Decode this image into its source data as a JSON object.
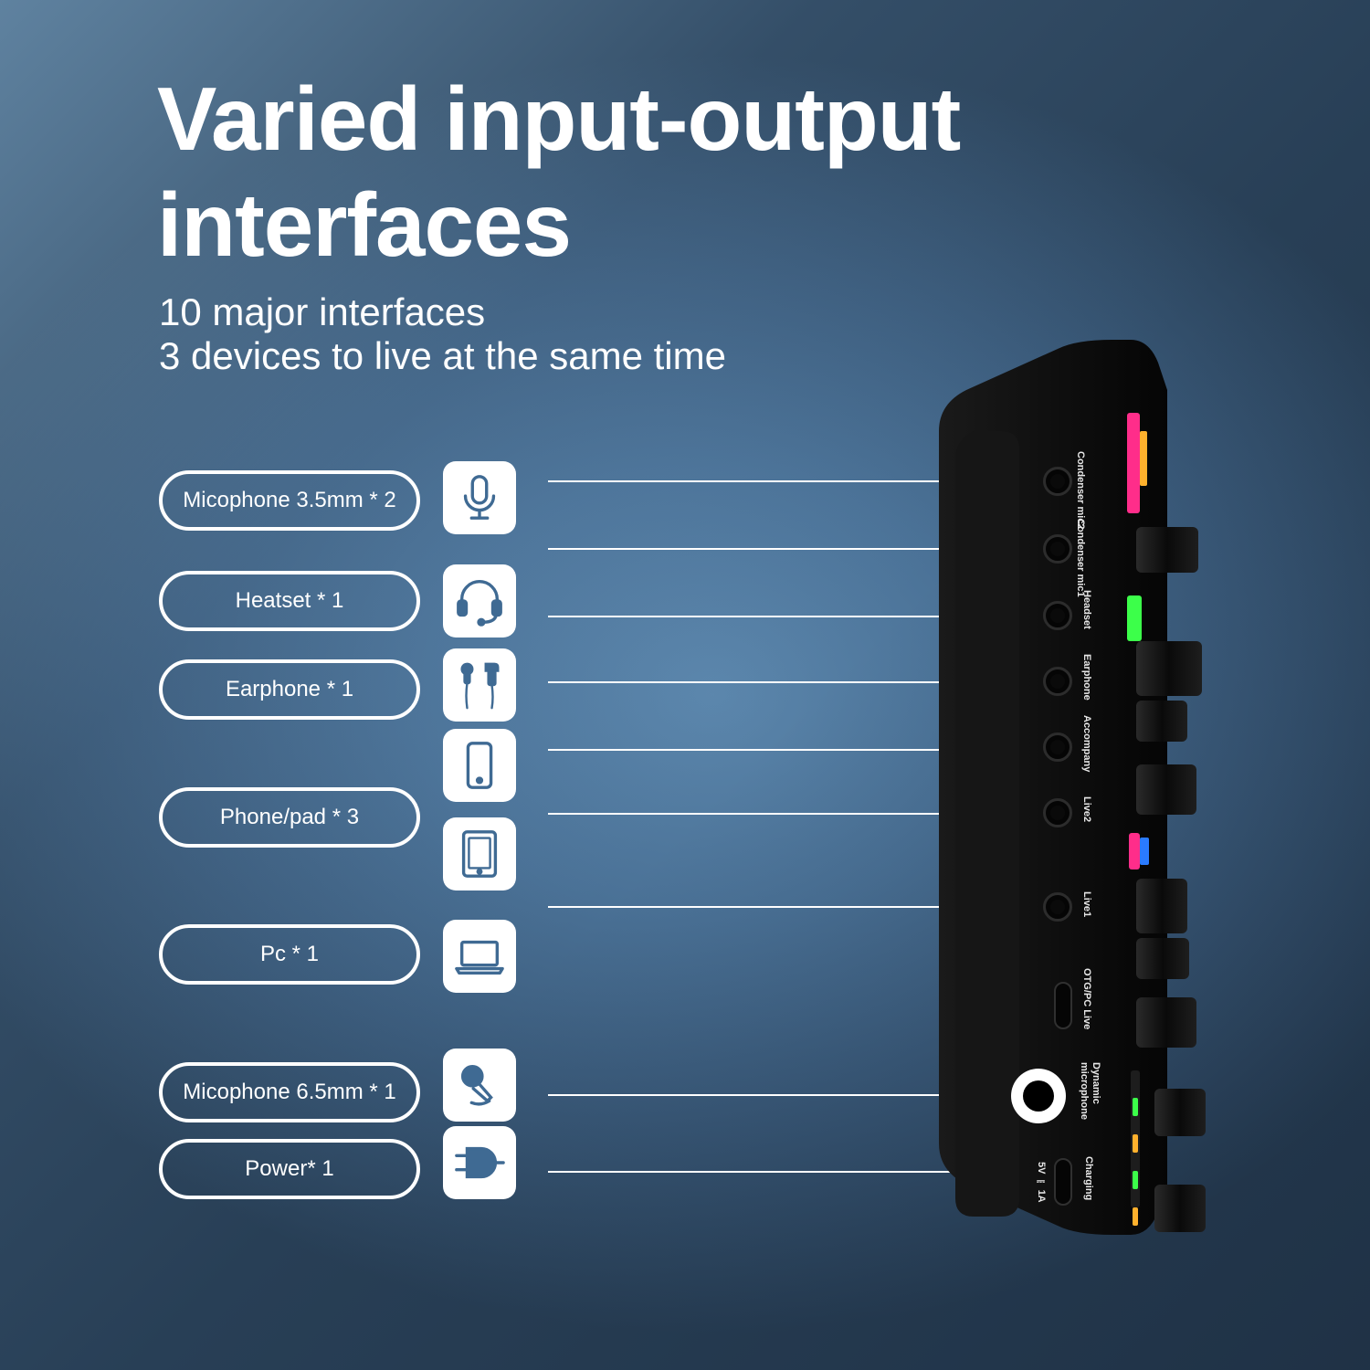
{
  "title": "Varied input-output interfaces",
  "subtitle": {
    "line1": "10 major interfaces",
    "line2": "3 devices to live at the same time"
  },
  "interfaces": [
    {
      "label": "Micophone 3.5mm * 2",
      "icon": "microphone-icon"
    },
    {
      "label": "Heatset * 1",
      "icon": "headset-icon"
    },
    {
      "label": "Earphone * 1",
      "icon": "earphone-icon"
    },
    {
      "label": "Phone/pad * 3",
      "icon": "phone-icon"
    },
    {
      "label": "Pc * 1",
      "icon": "laptop-icon"
    },
    {
      "label": "Micophone 6.5mm * 1",
      "icon": "handheld-microphone-icon"
    },
    {
      "label": "Power* 1",
      "icon": "power-plug-icon"
    }
  ],
  "device_labels": {
    "condenser_mic2": "Condenser mic2",
    "condenser_mic1": "Condenser mic1",
    "headset": "Headset",
    "earphone": "Earphone",
    "accompany": "Accompany",
    "live2": "Live2",
    "live1": "Live1",
    "otg": "OTG/PC Live",
    "dynamic": "Dynamic microphone",
    "charging": "Charging",
    "power_rating": "5V ⎓ 1A"
  },
  "colors": {
    "accent_white": "#ffffff",
    "device_body": "#111111",
    "knob": "#0c0c0c",
    "led_green": "#3cff4a",
    "led_pink": "#ff2d8a",
    "led_blue": "#2a7bff"
  }
}
